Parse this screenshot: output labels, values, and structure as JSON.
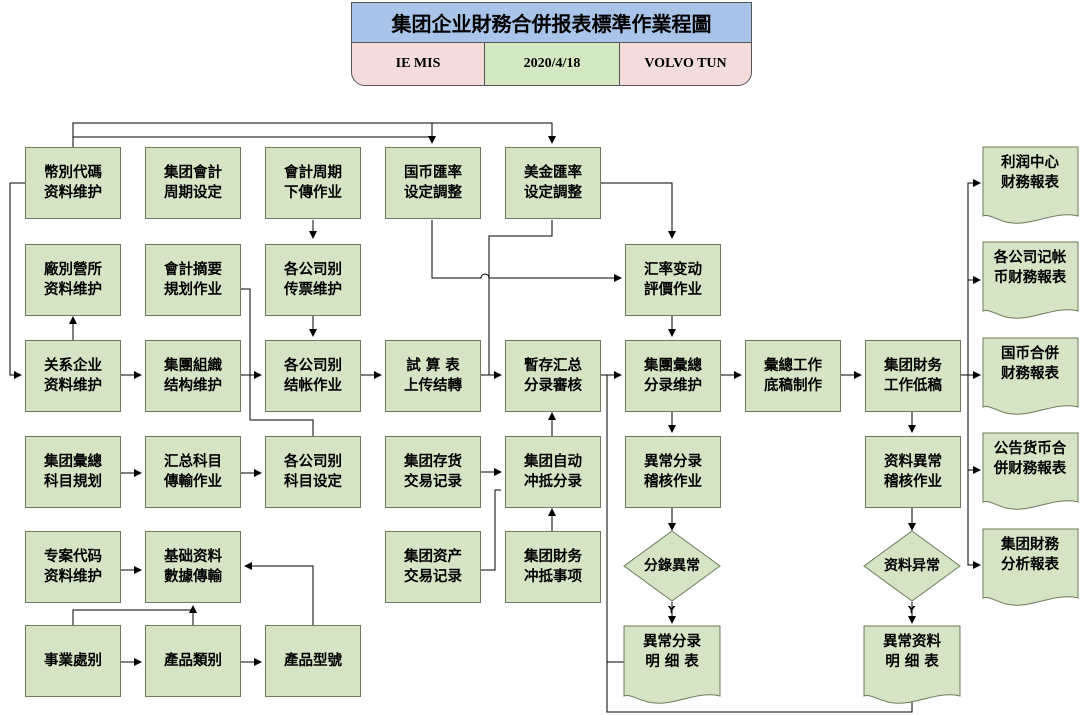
{
  "header": {
    "title": "集团企业財務合併报表標準作業程圖",
    "left": "IE MIS",
    "date": "2020/4/18",
    "right": "VOLVO TUN"
  },
  "boxes": {
    "b1": "幣別代碼\n资料维护",
    "b2": "集团會計\n周期设定",
    "b3": "會計周期\n下傳作业",
    "b4": "国币匯率\n设定調整",
    "b5": "美金匯率\n设定調整",
    "b6": "廠別營所\n资料维护",
    "b7": "會計摘要\n規划作业",
    "b8": "各公司别\n传票维护",
    "b9": "汇率变动\n評價作业",
    "b10": "关系企业\n资料维护",
    "b11": "集團組織\n结构维护",
    "b12": "各公司别\n结帐作业",
    "b13": "試 算 表\n上传结轉",
    "b14": "暫存汇总\n分录審核",
    "b15": "集團彙總\n分录维护",
    "b16": "彙總工作\n底稿制作",
    "b17": "集团財务\n工作低稿",
    "b18": "集团彙總\n科目規划",
    "b19": "汇总科目\n傳輸作业",
    "b20": "各公司别\n科目设定",
    "b21": "集团存货\n交易记录",
    "b22": "集团自动\n冲抵分录",
    "b23": "異常分录\n稽核作业",
    "b24": "资料異常\n稽核作业",
    "b25": "专案代码\n资料维护",
    "b26": "基础资料\n數據傳輸",
    "b27": "集团资产\n交易记录",
    "b28": "集团財务\n冲抵事项",
    "b29": "事業處别",
    "b30": "產品類别",
    "b31": "產品型號"
  },
  "diamonds": {
    "d1": "分錄異常",
    "d2": "资料异常"
  },
  "yes_label": "Y",
  "documents": {
    "doc1": "異常分录\n明 细 表",
    "doc2": "異常资料\n明 细 表",
    "r1": "利润中心\n财務報表",
    "r2": "各公司记帐\n币财務報表",
    "r3": "国币合併\n财務報表",
    "r4": "公告货币合\n併财務報表",
    "r5": "集团財務\n分析報表"
  },
  "colors": {
    "box_fill": "#d5e4c4",
    "title_fill": "#a8c4e8",
    "header_side_fill": "#f4dcdc",
    "header_mid_fill": "#d4e8c4"
  }
}
